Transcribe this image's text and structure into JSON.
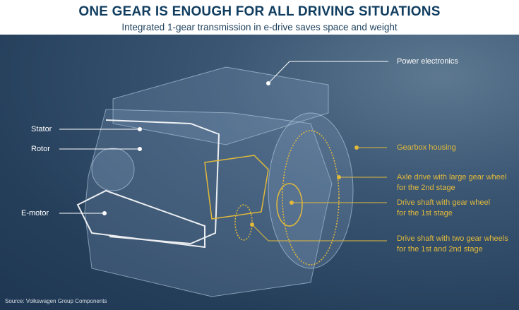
{
  "header": {
    "title": "ONE GEAR IS ENOUGH FOR ALL DRIVING SITUATIONS",
    "subtitle": "Integrated 1-gear transmission in e-drive saves space and weight"
  },
  "labels": {
    "power_electronics": "Power electronics",
    "stator": "Stator",
    "rotor": "Rotor",
    "e_motor": "E-motor",
    "gearbox_housing": "Gearbox housing",
    "axle_drive_1": "Axle drive with large gear wheel",
    "axle_drive_2": "for the 2nd stage",
    "drive_shaft_1": "Drive shaft with gear wheel",
    "drive_shaft_2": "for the 1st stage",
    "drive_shaft_two_1": "Drive shaft with two gear wheels",
    "drive_shaft_two_2": "for the 1st and 2nd stage"
  },
  "source": "Source: Volkswagen Group Components",
  "colors": {
    "title": "#0f3c5f",
    "background": "#253f5b",
    "accent": "#e2b93b",
    "label": "#ffffff"
  }
}
